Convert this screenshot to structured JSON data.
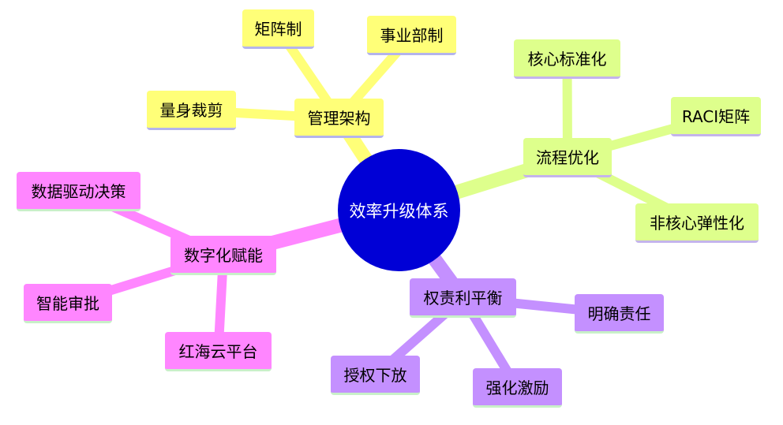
{
  "center": {
    "label": "效率升级体系",
    "color": "#0000d6"
  },
  "groups": [
    {
      "key": "management",
      "label": "管理架构",
      "color": "#ffff78",
      "line_color": "#ffff78",
      "border_color": "#b4b4ec",
      "children": [
        "矩阵制",
        "事业部制",
        "量身裁剪"
      ]
    },
    {
      "key": "process",
      "label": "流程优化",
      "color": "#deff8c",
      "line_color": "#deff8c",
      "border_color": "#c4b4ec",
      "children": [
        "核心标准化",
        "RACI矩阵",
        "非核心弹性化"
      ]
    },
    {
      "key": "digital",
      "label": "数字化赋能",
      "color": "#ff86ff",
      "line_color": "#ff86ff",
      "border_color": "#c8f0c8",
      "children": [
        "数据驱动决策",
        "智能审批",
        "红海云平台"
      ]
    },
    {
      "key": "power",
      "label": "权责利平衡",
      "color": "#c490ff",
      "line_color": "#c490ff",
      "border_color": "#c8f0c8",
      "children": [
        "明确责任",
        "授权下放",
        "强化激励"
      ]
    }
  ]
}
